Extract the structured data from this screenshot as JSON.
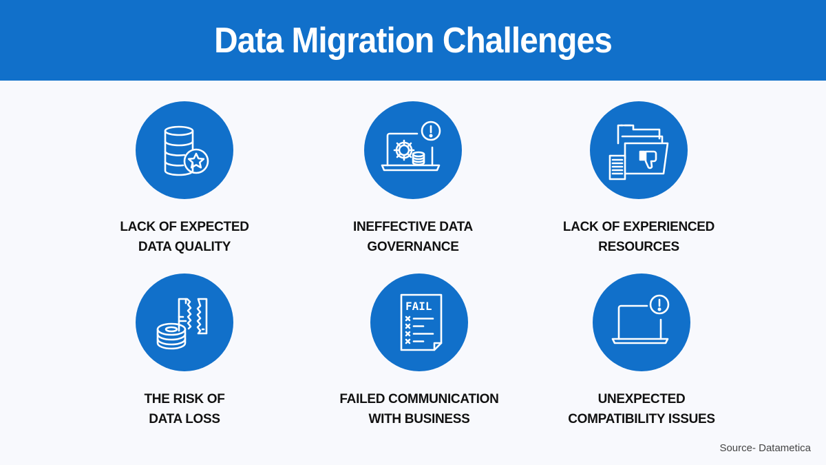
{
  "header": {
    "title": "Data Migration Challenges"
  },
  "colors": {
    "brand_blue": "#1170ca",
    "background": "#f8f9fd",
    "text": "#111111"
  },
  "challenges": [
    {
      "icon": "database-star-icon",
      "line1": "LACK OF EXPECTED",
      "line2": "DATA QUALITY"
    },
    {
      "icon": "laptop-gear-alert-icon",
      "line1": "INEFFECTIVE DATA",
      "line2": "GOVERNANCE"
    },
    {
      "icon": "folder-thumbs-down-icon",
      "line1": "LACK OF EXPERIENCED",
      "line2": "RESOURCES"
    },
    {
      "icon": "torn-document-database-icon",
      "line1": "THE RISK OF",
      "line2": "DATA LOSS"
    },
    {
      "icon": "fail-checklist-icon",
      "line1": "FAILED COMMUNICATION",
      "line2": "WITH BUSINESS"
    },
    {
      "icon": "laptop-alert-icon",
      "line1": "UNEXPECTED",
      "line2": "COMPATIBILITY ISSUES"
    }
  ],
  "footer": {
    "source": "Source- Datametica"
  }
}
